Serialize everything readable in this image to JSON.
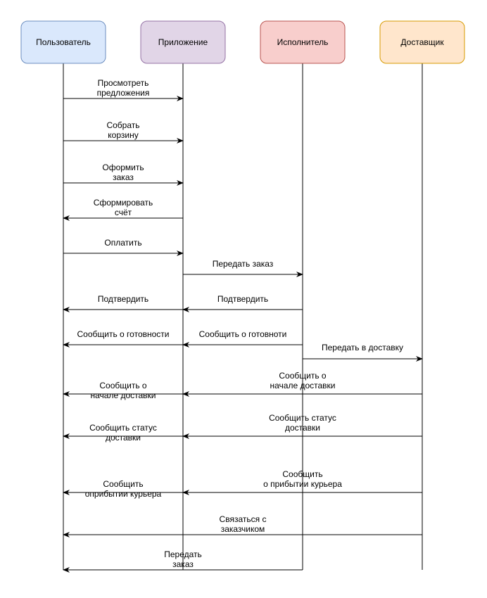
{
  "actors": [
    {
      "label": "Пользователь",
      "fill": "#dae8fc",
      "stroke": "#6c8ebf"
    },
    {
      "label": "Приложение",
      "fill": "#e1d5e7",
      "stroke": "#9673a6"
    },
    {
      "label": "Исполнитель",
      "fill": "#f8cecc",
      "stroke": "#b85450"
    },
    {
      "label": "Доставщик",
      "fill": "#ffe6cc",
      "stroke": "#d79b00"
    }
  ],
  "messages": [
    {
      "from": 0,
      "to": 1,
      "lines": [
        "Просмотреть",
        "предложения"
      ]
    },
    {
      "from": 0,
      "to": 1,
      "lines": [
        "Собрать",
        "корзину"
      ]
    },
    {
      "from": 0,
      "to": 1,
      "lines": [
        "Оформить",
        "заказ"
      ]
    },
    {
      "from": 1,
      "to": 0,
      "lines": [
        "Сформировать",
        "счёт"
      ]
    },
    {
      "from": 0,
      "to": 1,
      "lines": [
        "Оплатить"
      ]
    },
    {
      "from": 1,
      "to": 2,
      "lines": [
        "Передать заказ"
      ]
    },
    {
      "from": 2,
      "to": 1,
      "lines": [
        "Подтвердить"
      ]
    },
    {
      "from": 1,
      "to": 0,
      "lines": [
        "Подтвердить"
      ]
    },
    {
      "from": 2,
      "to": 1,
      "lines": [
        "Сообщить о готовноти"
      ]
    },
    {
      "from": 1,
      "to": 0,
      "lines": [
        "Сообщить о готовности"
      ]
    },
    {
      "from": 2,
      "to": 3,
      "lines": [
        "Передать в доставку"
      ]
    },
    {
      "from": 3,
      "to": 1,
      "lines": [
        "Сообщить о",
        "начале доставки"
      ]
    },
    {
      "from": 1,
      "to": 0,
      "lines": [
        "Сообщить о",
        "начале доставки"
      ]
    },
    {
      "from": 3,
      "to": 1,
      "lines": [
        "Сообщить статус",
        "доставки"
      ]
    },
    {
      "from": 1,
      "to": 0,
      "lines": [
        "Сообщить статус",
        "доставки"
      ]
    },
    {
      "from": 3,
      "to": 1,
      "lines": [
        "Сообщить",
        "о прибытии курьера"
      ]
    },
    {
      "from": 1,
      "to": 0,
      "lines": [
        "Сообщить",
        "оприбытии курьера"
      ]
    },
    {
      "from": 3,
      "to": 0,
      "lines": [
        "Связаться с",
        "заказчиком"
      ]
    },
    {
      "from": 2,
      "to": 0,
      "lines": [
        "Передать",
        "заказ"
      ]
    }
  ]
}
